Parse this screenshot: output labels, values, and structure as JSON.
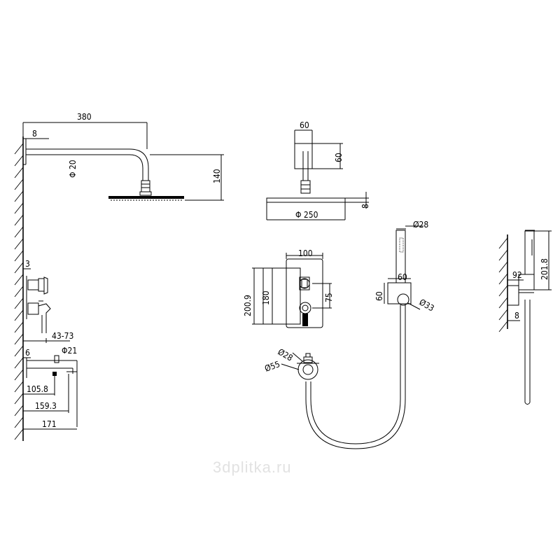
{
  "shower_head_top": {
    "width": "380",
    "wall_offset": "8",
    "arm_diameter": "Φ 20",
    "height": "140"
  },
  "shower_head_side": {
    "mount_width": "60",
    "mount_height": "60",
    "head_diameter": "Φ 250",
    "head_thickness": "8"
  },
  "valve_side": {
    "plate_offset": "3",
    "depth_range": "43-73"
  },
  "valve_front": {
    "width": "100",
    "overall_height": "200.9",
    "plate_height": "180",
    "spacing": "75"
  },
  "spout": {
    "wall_offset": "6",
    "diameter": "Φ21",
    "outlet": "105.8",
    "mid": "159.3",
    "length": "171"
  },
  "hand_shower": {
    "handle_diameter": "Ø28",
    "holder_width": "60",
    "holder_height": "60",
    "holder_diameter": "Ø33",
    "outlet_inner": "Ø28",
    "outlet_outer": "Ø55"
  },
  "hand_side": {
    "offset": "92",
    "length": "201.8",
    "wall_offset": "8"
  },
  "watermark": "3dplitka.ru"
}
